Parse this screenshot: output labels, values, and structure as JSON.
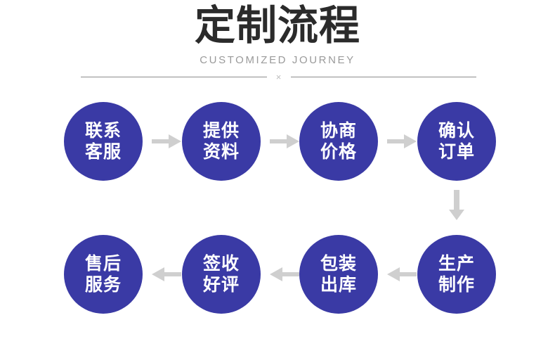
{
  "header": {
    "title": "定制流程",
    "subtitle": "CUSTOMIZED JOURNEY",
    "divider_mark": "×"
  },
  "theme": {
    "circle_color": "#3a3aa5",
    "circle_text_color": "#ffffff",
    "title_color": "#2b2b2b",
    "subtitle_color": "#9a9a9a",
    "arrow_color": "#cfcfcf",
    "divider_color": "#8c8c8c",
    "background": "#ffffff"
  },
  "flow": {
    "row1": [
      {
        "line1": "联系",
        "line2": "客服"
      },
      {
        "line1": "提供",
        "line2": "资料"
      },
      {
        "line1": "协商",
        "line2": "价格"
      },
      {
        "line1": "确认",
        "line2": "订单"
      }
    ],
    "row2": [
      {
        "line1": "售后",
        "line2": "服务"
      },
      {
        "line1": "签收",
        "line2": "好评"
      },
      {
        "line1": "包装",
        "line2": "出库"
      },
      {
        "line1": "生产",
        "line2": "制作"
      }
    ],
    "arrows": {
      "row1_direction": "right",
      "row2_direction": "left",
      "connector_direction": "down"
    }
  }
}
